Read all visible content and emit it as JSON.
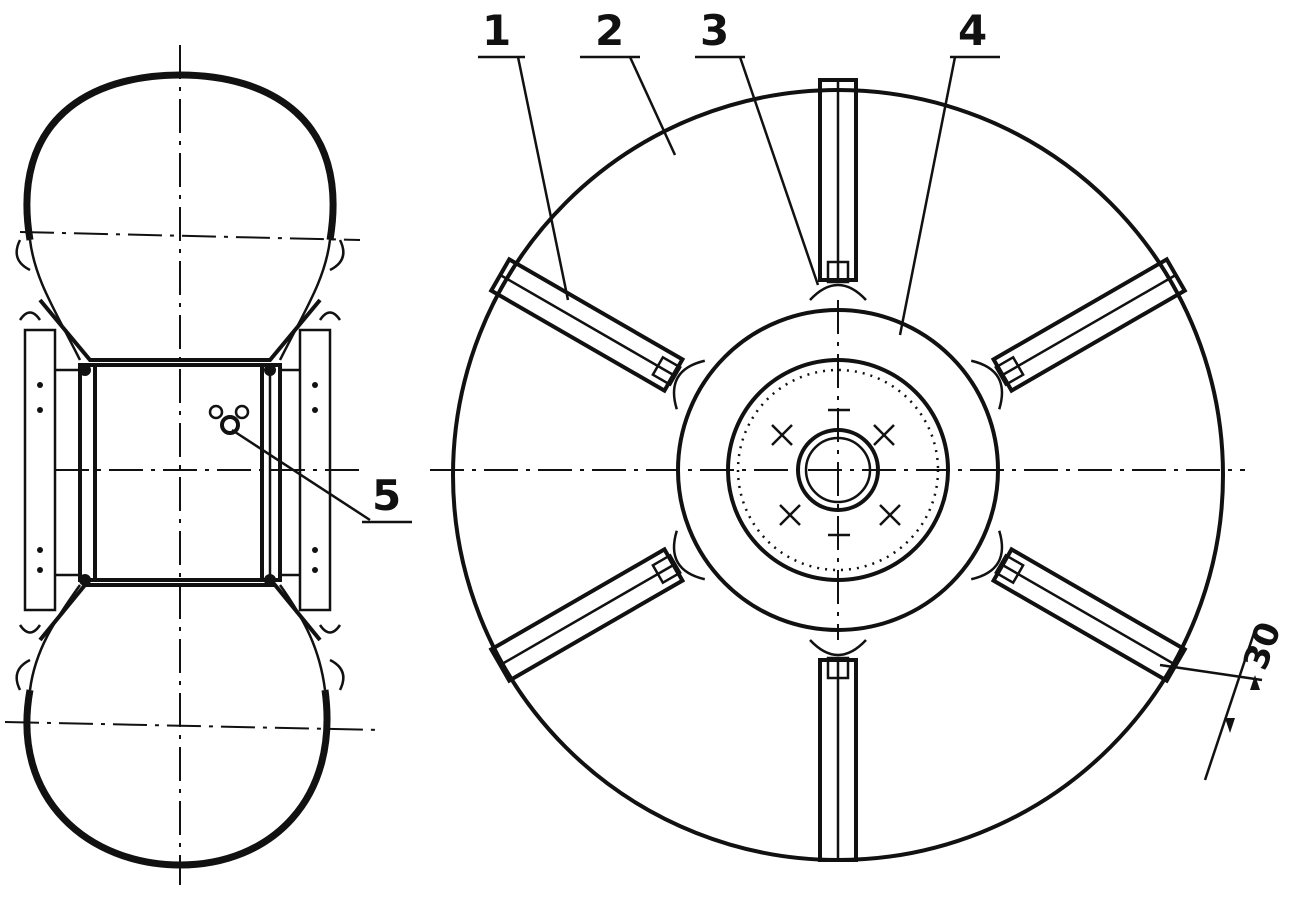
{
  "labels": {
    "one": "1",
    "two": "2",
    "three": "3",
    "four": "4",
    "five": "5"
  },
  "dimension": "30"
}
